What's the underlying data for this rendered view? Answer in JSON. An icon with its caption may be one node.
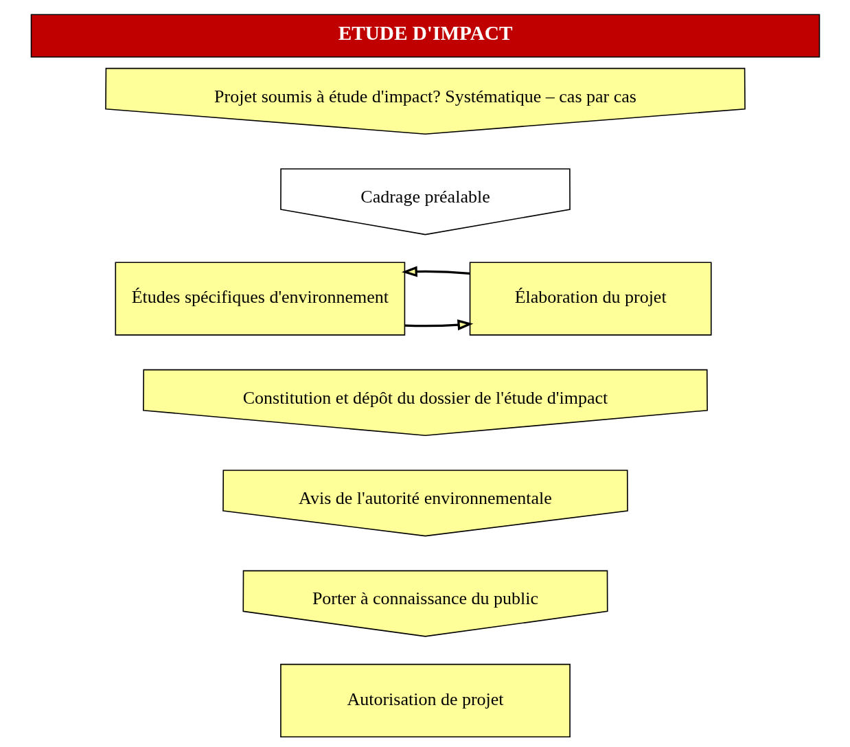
{
  "diagram": {
    "title": "ETUDE D'IMPACT",
    "nodes": [
      {
        "text": [
          "Projet soumis à étude d'impact? Systématique – cas par cas"
        ]
      },
      {
        "text": [
          "Cadrage préalable"
        ]
      },
      {
        "text": [
          "Études spécifiques d'environnement"
        ]
      },
      {
        "text": [
          "Élaboration du projet"
        ]
      },
      {
        "text": [
          "Constitution et dépôt du dossier de l'étude d'impact"
        ]
      },
      {
        "text": [
          "Avis de l'autorité environnementale"
        ]
      },
      {
        "text": [
          "Porter à connaissance du public"
        ]
      },
      {
        "text": [
          "Autorisation de projet"
        ]
      }
    ],
    "edges": [
      {
        "from": 2,
        "to": 3,
        "arrow": "to"
      },
      {
        "from": 3,
        "to": 2,
        "arrow": "to"
      }
    ]
  }
}
